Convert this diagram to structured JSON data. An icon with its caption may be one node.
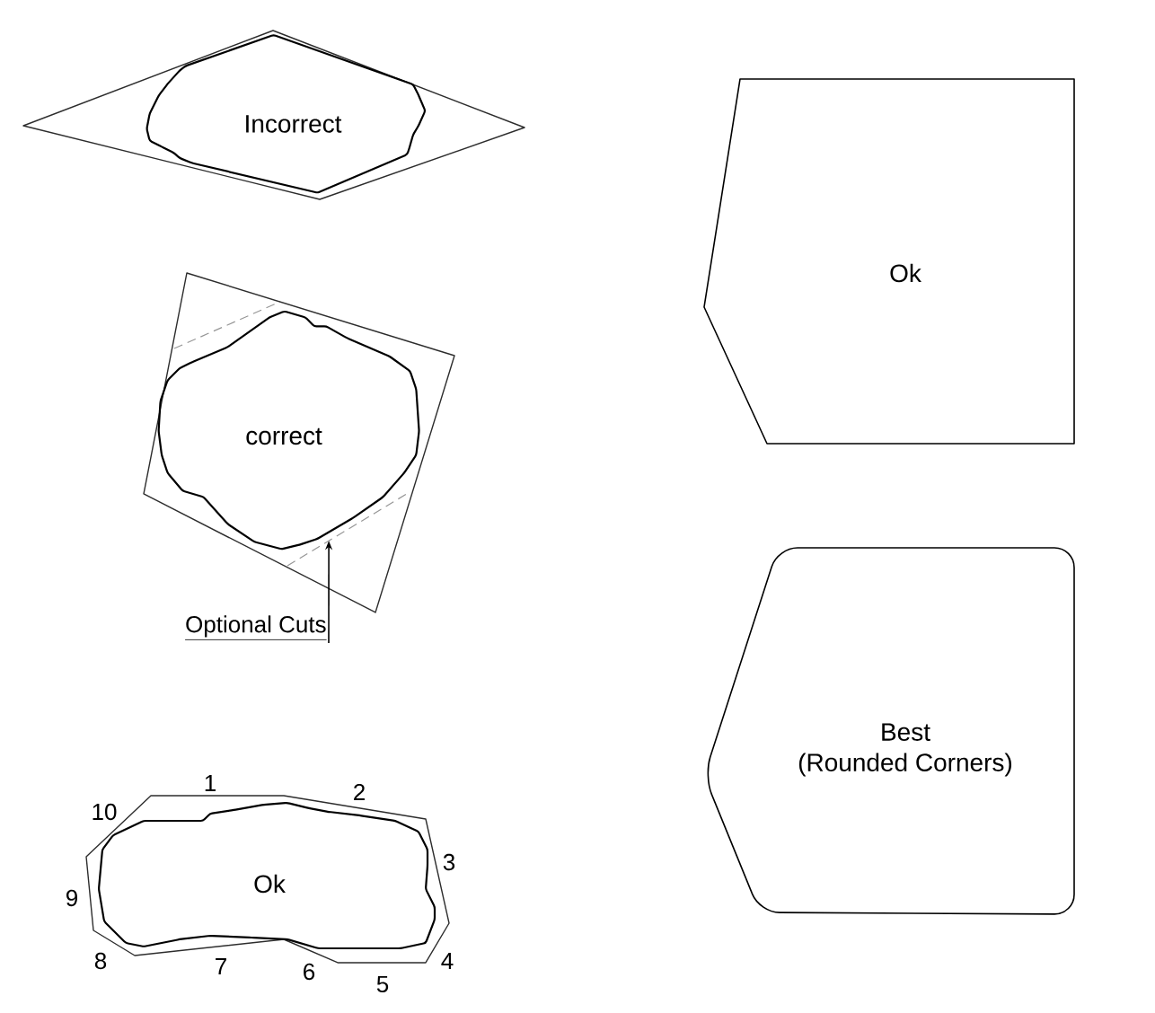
{
  "diagram": {
    "nodes": [
      {
        "text": [],
        "shape": "diamond"
      },
      {
        "text": [
          "Incorrect"
        ],
        "in": 0
      },
      {
        "text": [],
        "shape": "box"
      },
      {
        "text": [
          "correct"
        ],
        "in": 2
      },
      {
        "text": [],
        "shape": "line",
        "in": 2
      },
      {
        "text": [
          "Optional Cuts"
        ]
      },
      {
        "text": [],
        "shape": "polygon"
      },
      {
        "text": [
          "Ok"
        ],
        "in": 6
      },
      {
        "text": [
          "Ok"
        ]
      },
      {
        "text": [
          "Best",
          "(Rounded Corners)"
        ]
      }
    ],
    "edges": [
      {
        "from": 5,
        "to": 4,
        "arrow": "to"
      }
    ],
    "labels": [
      "1",
      "2",
      "3",
      "4",
      "5",
      "6",
      "7",
      "8",
      "9",
      "10"
    ]
  }
}
